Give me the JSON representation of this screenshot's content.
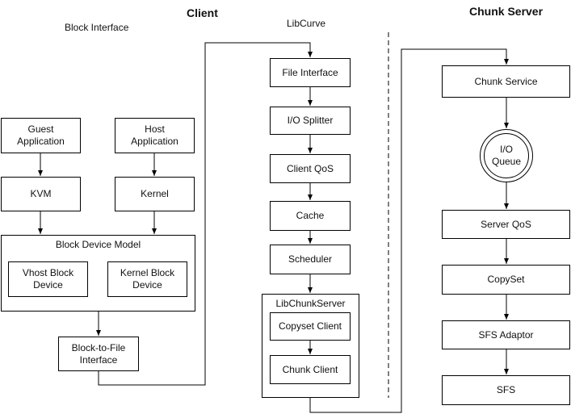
{
  "titles": {
    "client": "Client",
    "chunk_server": "Chunk Server",
    "block_interface": "Block Interface",
    "libcurve": "LibCurve"
  },
  "block_side": {
    "guest_application": "Guest\nApplication",
    "host_application": "Host\nApplication",
    "kvm": "KVM",
    "kernel": "Kernel",
    "block_device_model": "Block Device Model",
    "vhost_block_device": "Vhost Block\nDevice",
    "kernel_block_device": "Kernel Block\nDevice",
    "block_to_file_interface": "Block-to-File\nInterface"
  },
  "libcurve": {
    "file_interface": "File Interface",
    "io_splitter": "I/O Splitter",
    "client_qos": "Client QoS",
    "cache": "Cache",
    "scheduler": "Scheduler",
    "libchunkserver": "LibChunkServer",
    "copyset_client": "Copyset Client",
    "chunk_client": "Chunk Client"
  },
  "chunk_server": {
    "chunk_service": "Chunk Service",
    "io_queue": "I/O\nQueue",
    "server_qos": "Server QoS",
    "copyset": "CopySet",
    "sfs_adaptor": "SFS Adaptor",
    "sfs": "SFS"
  }
}
